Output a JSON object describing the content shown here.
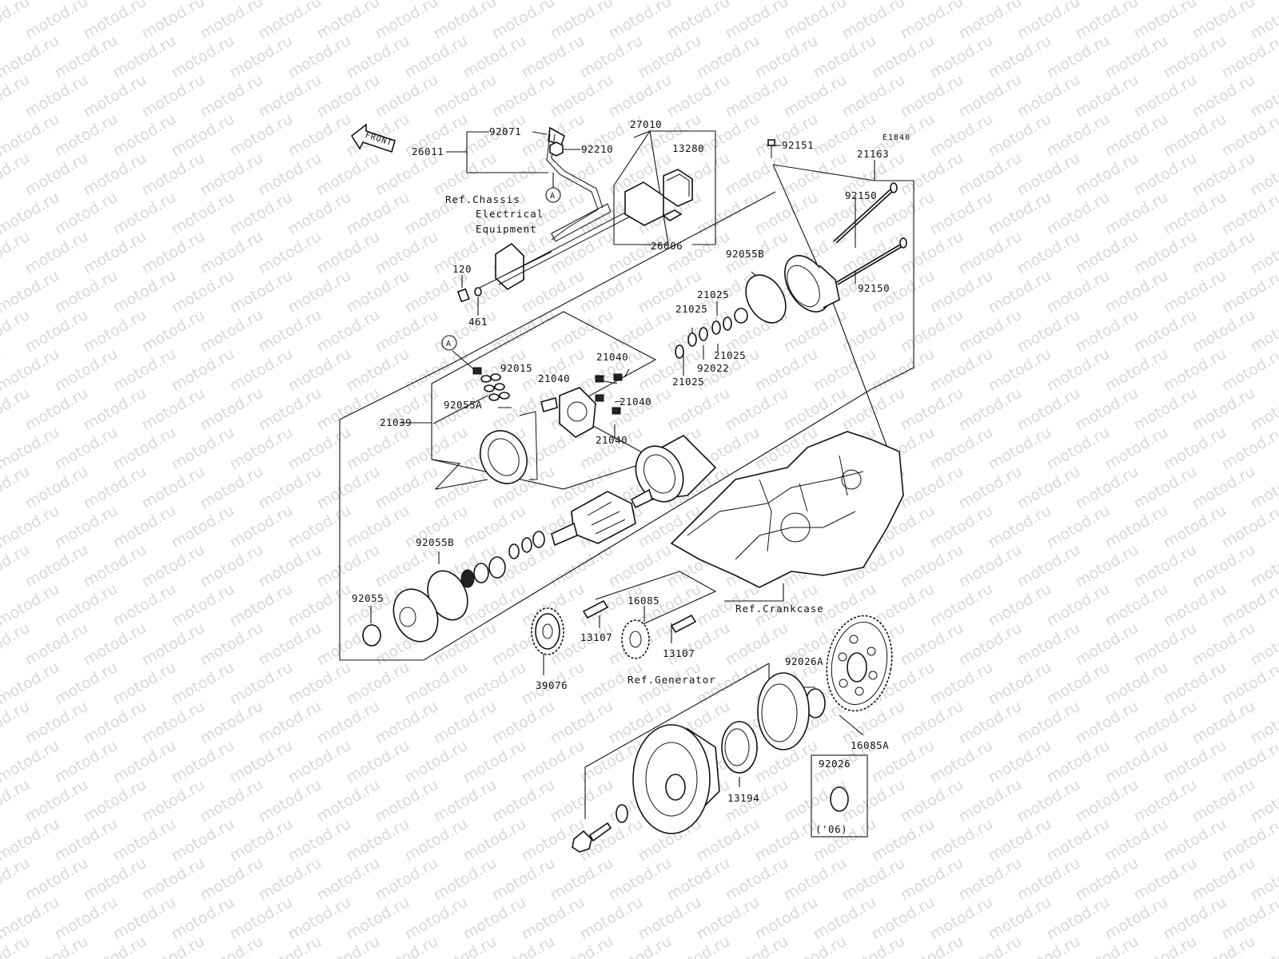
{
  "diagram_code": "E1840",
  "watermark": "motod.ru",
  "front_label": "FRONT",
  "part_labels": [
    {
      "id": "p92071",
      "text": "92071"
    },
    {
      "id": "p26011",
      "text": "26011"
    },
    {
      "id": "p92210",
      "text": "92210"
    },
    {
      "id": "p27010",
      "text": "27010"
    },
    {
      "id": "p13280",
      "text": "13280"
    },
    {
      "id": "p26006",
      "text": "26006"
    },
    {
      "id": "p92151",
      "text": "92151"
    },
    {
      "id": "p21163",
      "text": "21163"
    },
    {
      "id": "p92150a",
      "text": "92150"
    },
    {
      "id": "p92150b",
      "text": "92150"
    },
    {
      "id": "p92055B_top",
      "text": "92055B"
    },
    {
      "id": "p120",
      "text": "120"
    },
    {
      "id": "p461",
      "text": "461"
    },
    {
      "id": "p21025a",
      "text": "21025"
    },
    {
      "id": "p21025b",
      "text": "21025"
    },
    {
      "id": "p21025c",
      "text": "21025"
    },
    {
      "id": "p21025d",
      "text": "21025"
    },
    {
      "id": "p92022",
      "text": "92022"
    },
    {
      "id": "p92015",
      "text": "92015"
    },
    {
      "id": "p21040a",
      "text": "21040"
    },
    {
      "id": "p21040b",
      "text": "21040"
    },
    {
      "id": "p21040c",
      "text": "21040"
    },
    {
      "id": "p21040d",
      "text": "21040"
    },
    {
      "id": "p92055A",
      "text": "92055A"
    },
    {
      "id": "p21039",
      "text": "21039"
    },
    {
      "id": "p92055B_low",
      "text": "92055B"
    },
    {
      "id": "p92055",
      "text": "92055"
    },
    {
      "id": "p13107a",
      "text": "13107"
    },
    {
      "id": "p13107b",
      "text": "13107"
    },
    {
      "id": "p16085",
      "text": "16085"
    },
    {
      "id": "p39076",
      "text": "39076"
    },
    {
      "id": "p92026A",
      "text": "92026A"
    },
    {
      "id": "p16085A",
      "text": "16085A"
    },
    {
      "id": "p92026",
      "text": "92026"
    },
    {
      "id": "p06",
      "text": "('06)"
    },
    {
      "id": "p13194",
      "text": "13194"
    }
  ],
  "callout_A": "A",
  "references": {
    "chassis_line1": "Ref.Chassis",
    "chassis_line2": "Electrical",
    "chassis_line3": "Equipment",
    "crankcase": "Ref.Crankcase",
    "generator": "Ref.Generator"
  }
}
